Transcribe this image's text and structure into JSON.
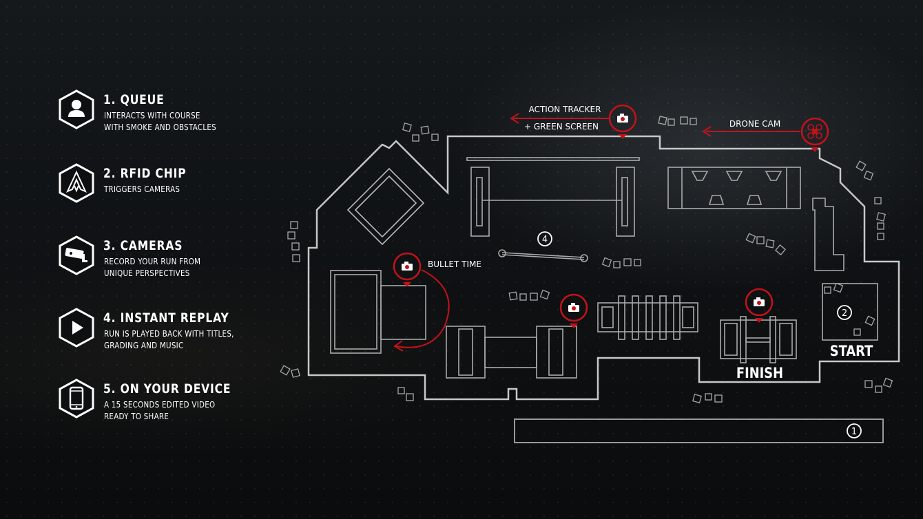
{
  "steps": [
    {
      "title": "1. QUEUE",
      "desc": "INTERACTS WITH COURSE\nWITH SMOKE AND OBSTACLES",
      "icon": "person-icon"
    },
    {
      "title": "2. RFID CHIP",
      "desc": "TRIGGERS CAMERAS",
      "icon": "assassin-insignia-icon"
    },
    {
      "title": "3. CAMERAS",
      "desc": "RECORD YOUR RUN FROM\nUNIQUE PERSPECTIVES",
      "icon": "security-camera-icon"
    },
    {
      "title": "4. INSTANT REPLAY",
      "desc": "RUN IS PLAYED BACK WITH TITLES,\nGRADING AND MUSIC",
      "icon": "play-icon"
    },
    {
      "title": "5. ON YOUR DEVICE",
      "desc": "A 15 SECONDS EDITED VIDEO\nREADY TO SHARE",
      "icon": "smartphone-icon"
    }
  ],
  "map": {
    "action_tracker": "ACTION TRACKER",
    "green_screen": "+ GREEN SCREEN",
    "drone_cam": "DRONE CAM",
    "bullet_time": "BULLET TIME",
    "start": "START",
    "finish": "FINISH",
    "markers": [
      "1",
      "2",
      "4"
    ]
  },
  "colors": {
    "accent_red": "#c4121a",
    "outline": "#c8c8c8",
    "background": "#111417"
  }
}
